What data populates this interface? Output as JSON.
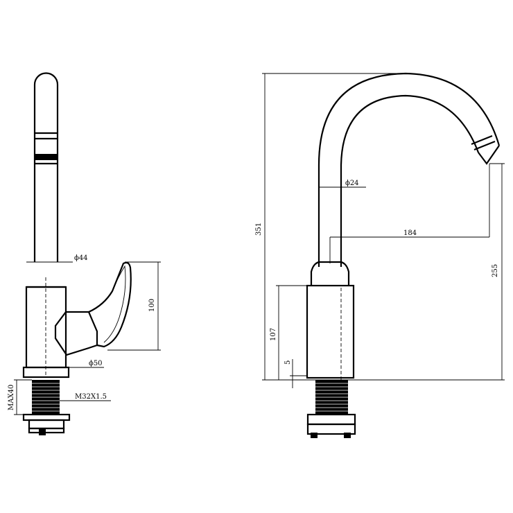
{
  "dimensions": {
    "side_view": {
      "body_diameter": "ϕ44",
      "base_diameter": "ϕ50",
      "body_height": "100",
      "thread": "M32X1.5",
      "max_mount": "MAX40"
    },
    "front_view": {
      "total_height": "351",
      "spout_diameter": "ϕ24",
      "spout_reach": "184",
      "spout_outlet_height": "255",
      "body_height": "107",
      "base_thickness": "5"
    }
  }
}
